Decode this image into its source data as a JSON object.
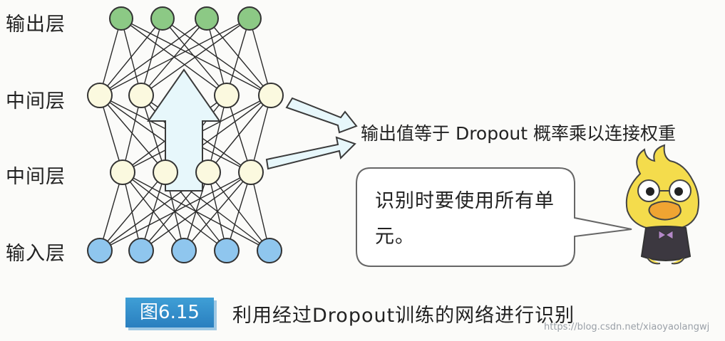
{
  "layers": {
    "output": "输出层",
    "hidden_top": "中间层",
    "hidden_bottom": "中间层",
    "input": "输入层"
  },
  "annotation": "输出值等于 Dropout 概率乘以连接权重",
  "speech_bubble": "识别时要使用所有单元。",
  "figure": {
    "number": "图6.15",
    "caption": "利用经过Dropout训练的网络进行识别"
  },
  "watermark": "https://blog.csdn.net/xiaoyaolangwj",
  "colors": {
    "output_node": "#8cc985",
    "hidden_node": "#fbf9df",
    "input_node": "#8fc6ee",
    "flow_arrow": "#e7f7fb",
    "node_border": "#333333"
  },
  "icons": {
    "mascot": "bird-mascot-icon"
  }
}
